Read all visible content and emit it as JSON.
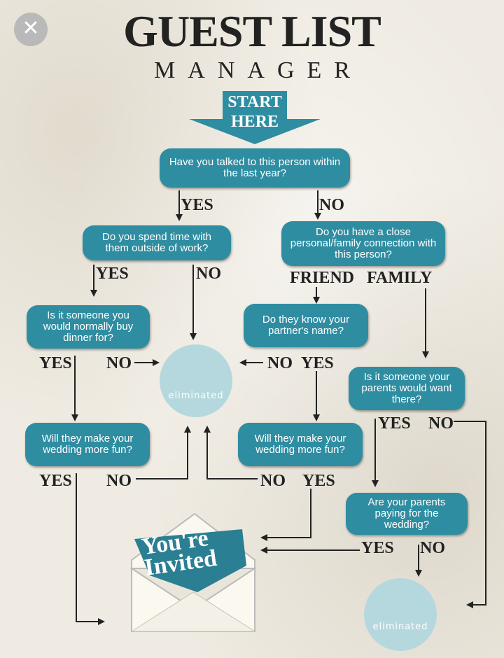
{
  "header": {
    "title": "GUEST LIST",
    "subtitle": "MANAGER",
    "close_symbol": "✕"
  },
  "start": {
    "line1": "START",
    "line2": "HERE"
  },
  "questions": {
    "q1": "Have you talked to this person within the last year?",
    "q2": "Do you spend time with them outside of work?",
    "q3": "Do you have a close personal/family connection with this person?",
    "q4": "Is it someone you would normally buy dinner for?",
    "q5": "Do they know your partner's name?",
    "q6": "Is it someone your parents would want there?",
    "q7": "Will they make your wedding more fun?",
    "q8": "Will they make your wedding more fun?",
    "q9": "Are your parents paying for the wedding?"
  },
  "answers": {
    "yes": "YES",
    "no": "NO",
    "friend": "FRIEND",
    "family": "FAMILY"
  },
  "outcomes": {
    "eliminated": "eliminated",
    "invited_line1": "You're",
    "invited_line2": "Invited"
  },
  "colors": {
    "box": "#2f8da1",
    "circle": "#b5d8de",
    "text_dark": "#222222",
    "background": "#efebe2"
  },
  "icons": [
    "close-icon",
    "scissors-icon",
    "envelope-icon",
    "arrow-icon"
  ]
}
